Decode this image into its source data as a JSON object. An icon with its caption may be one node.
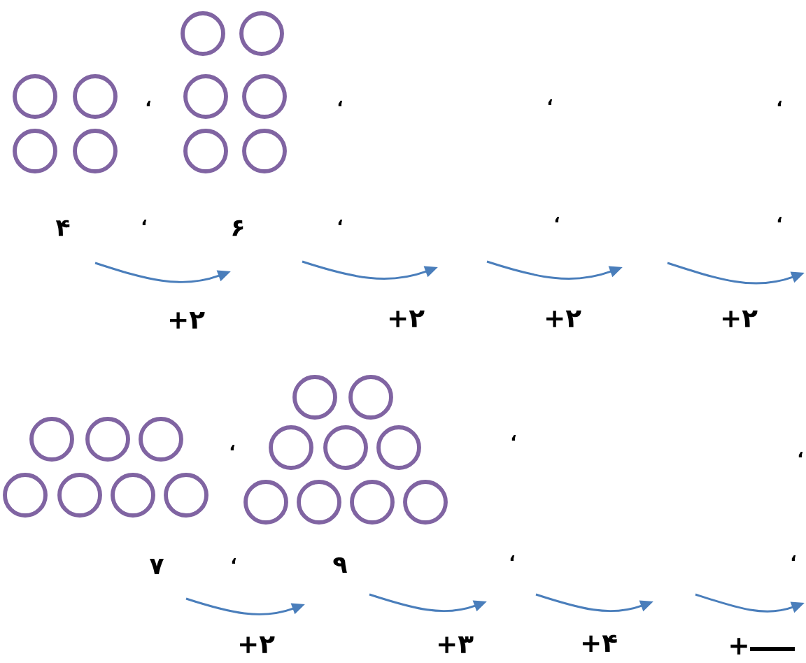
{
  "diagram": {
    "labels": [
      "،",
      "،",
      "،",
      "،",
      "۴",
      "،",
      "۶",
      "،",
      "،",
      "،",
      "+۲",
      "+۲",
      "+۲",
      "+۲",
      "،",
      "،",
      "،",
      "۷",
      "،",
      "۹",
      "،",
      "،",
      "+۲",
      "+۳",
      "+۴",
      "+"
    ]
  }
}
